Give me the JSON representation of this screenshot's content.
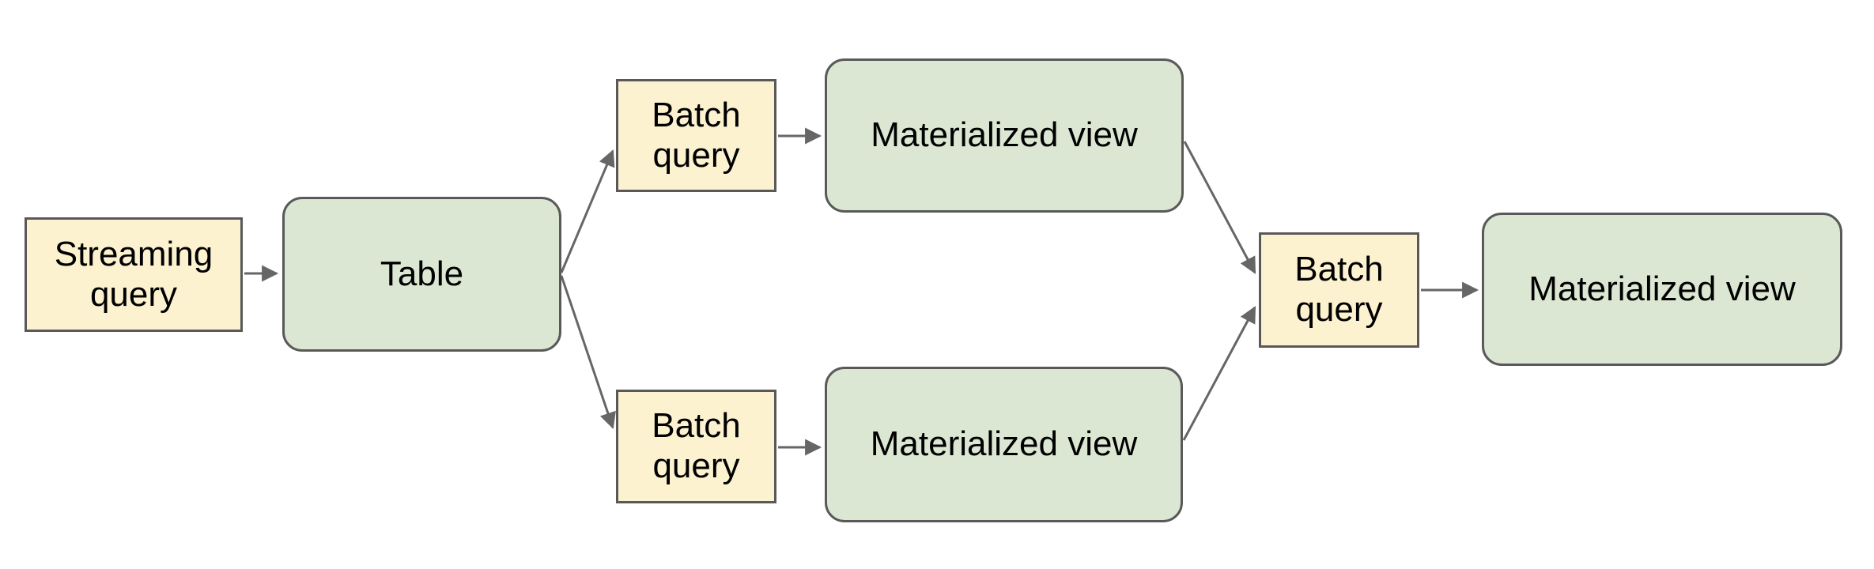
{
  "theme": {
    "background": "#ffffff",
    "query_fill": "#fcf2cf",
    "view_fill": "#dbe7d3",
    "node_border": "#595959",
    "connector": "#666666",
    "text": "#000000"
  },
  "nodes": {
    "streaming_query": {
      "label": "Streaming query"
    },
    "table": {
      "label": "Table"
    },
    "batch_query_top": {
      "label": "Batch query"
    },
    "materialized_view_top": {
      "label": "Materialized view"
    },
    "batch_query_bottom": {
      "label": "Batch query"
    },
    "materialized_view_bottom": {
      "label": "Materialized view"
    },
    "batch_query_right": {
      "label": "Batch query"
    },
    "materialized_view_right": {
      "label": "Materialized view"
    }
  },
  "edges": [
    {
      "from": "streaming_query",
      "to": "table"
    },
    {
      "from": "table",
      "to": "batch_query_top"
    },
    {
      "from": "table",
      "to": "batch_query_bottom"
    },
    {
      "from": "batch_query_top",
      "to": "materialized_view_top"
    },
    {
      "from": "batch_query_bottom",
      "to": "materialized_view_bottom"
    },
    {
      "from": "materialized_view_top",
      "to": "batch_query_right"
    },
    {
      "from": "materialized_view_bottom",
      "to": "batch_query_right"
    },
    {
      "from": "batch_query_right",
      "to": "materialized_view_right"
    }
  ]
}
